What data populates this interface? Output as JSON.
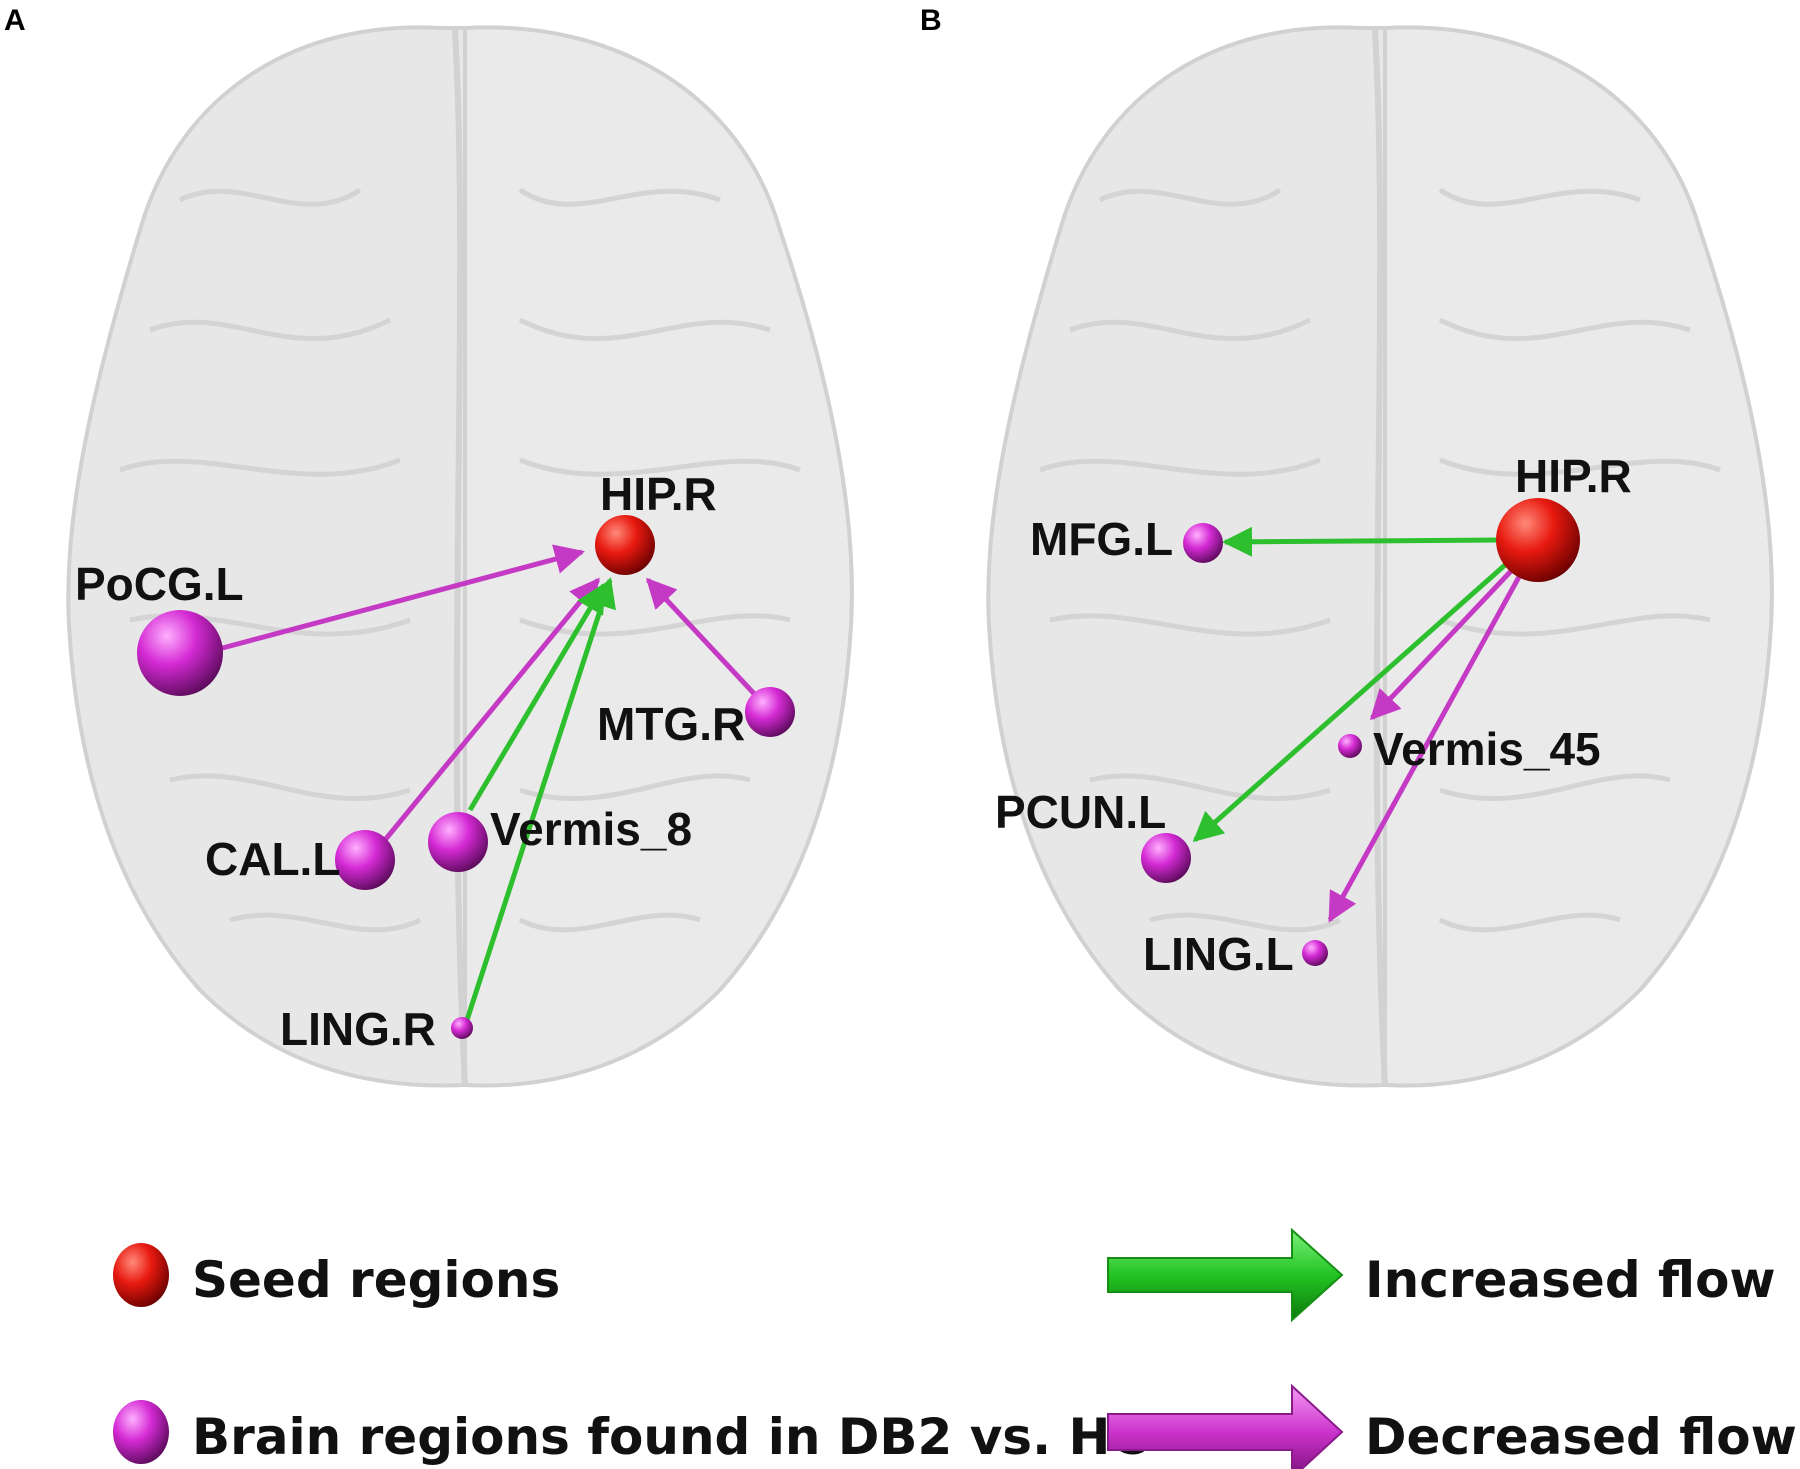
{
  "panels": [
    {
      "letter": "A",
      "seed": {
        "label": "HIP.R"
      },
      "regions": [
        {
          "label": "PoCG.L"
        },
        {
          "label": "MTG.R"
        },
        {
          "label": "CAL.L"
        },
        {
          "label": "Vermis_8"
        },
        {
          "label": "LING.R"
        }
      ]
    },
    {
      "letter": "B",
      "seed": {
        "label": "HIP.R"
      },
      "regions": [
        {
          "label": "MFG.L"
        },
        {
          "label": "Vermis_45"
        },
        {
          "label": "PCUN.L"
        },
        {
          "label": "LING.L"
        }
      ]
    }
  ],
  "legend": {
    "seed_label": "Seed regions",
    "region_label": "Brain regions found in DB2 vs. HC",
    "increased_label": "Increased flow",
    "decreased_label": "Decreased flow"
  },
  "colors": {
    "seed": "#e01010",
    "region": "#cc22cc",
    "increased": "#33cc33",
    "decreased": "#cc33cc"
  }
}
